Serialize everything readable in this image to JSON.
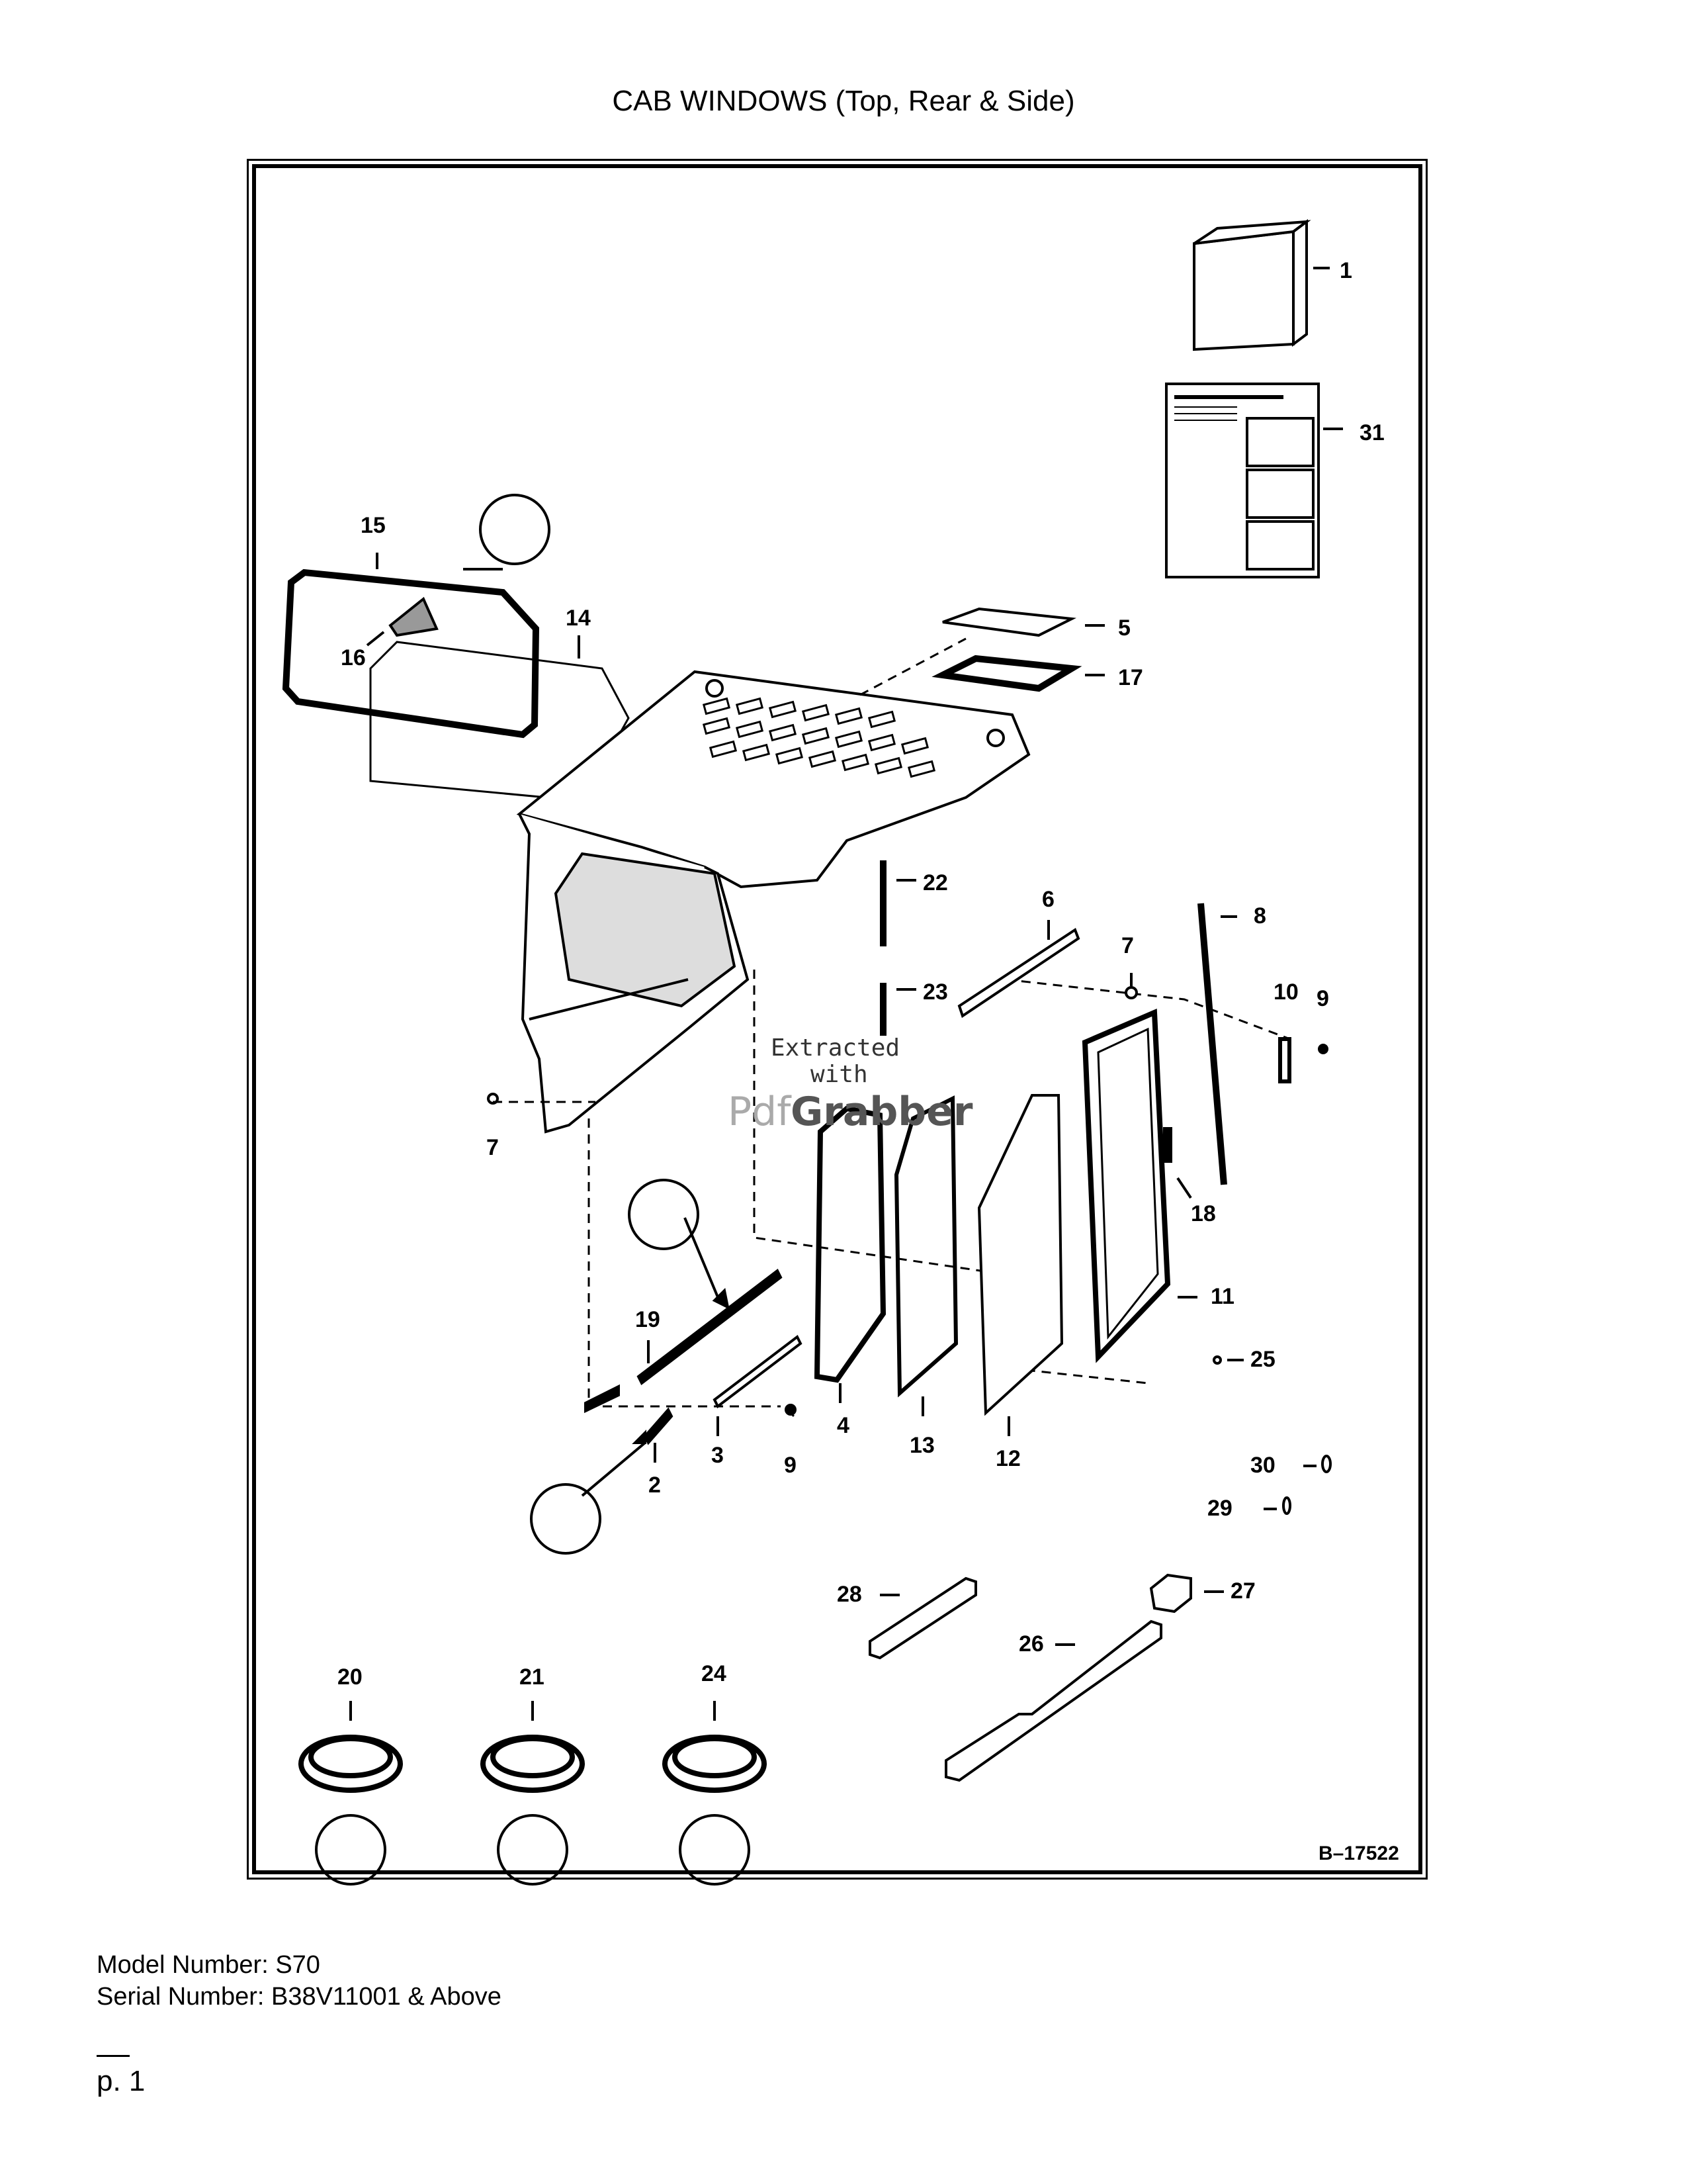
{
  "title": "CAB WINDOWS (Top, Rear & Side)",
  "drawing_number": "B–17522",
  "callouts": [
    "1",
    "31",
    "15",
    "16",
    "14",
    "5",
    "17",
    "22",
    "6",
    "8",
    "7",
    "23",
    "10",
    "9",
    "7",
    "19",
    "4",
    "13",
    "12",
    "18",
    "11",
    "25",
    "2",
    "3",
    "9",
    "30",
    "29",
    "28",
    "27",
    "26",
    "20",
    "21",
    "24"
  ],
  "watermark": {
    "line1": "Extracted",
    "line2": "with",
    "brand_a": "Pdf",
    "brand_b": "Grabber"
  },
  "footer": {
    "model": "Model Number: S70",
    "serial": "Serial Number: B38V11001 & Above"
  },
  "page": {
    "dash": "—",
    "label": "p. 1"
  }
}
